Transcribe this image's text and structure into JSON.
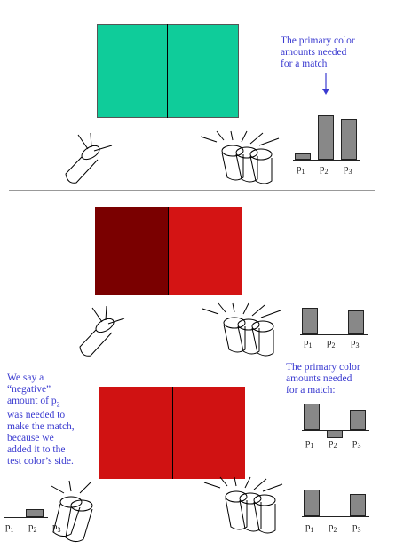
{
  "colors": {
    "teal": "#0fcc9a",
    "dark_red": "#7a0000",
    "red": "#d41414",
    "note_blue": "#3a3ad0",
    "bar_gray": "#888888"
  },
  "notes": {
    "top": [
      "The primary color",
      "amounts needed",
      "for a match"
    ],
    "right": [
      "The primary color",
      "amounts needed",
      "for a match:"
    ],
    "left": [
      "We say a",
      "“negative”",
      "amount of p",
      "was needed to",
      "make the match,",
      "because we",
      "added it to the",
      "test color’s side."
    ],
    "left_sub": "2"
  },
  "primary_labels": {
    "p1": "p",
    "p1_sub": "1",
    "p2": "p",
    "p2_sub": "2",
    "p3": "p",
    "p3_sub": "3"
  },
  "bar_charts": {
    "chart1": {
      "values": [
        0.15,
        1.0,
        0.92
      ]
    },
    "chart2": {
      "values": [
        1.0,
        0.0,
        0.9
      ]
    },
    "chart3": {
      "values": [
        1.0,
        -0.3,
        0.78
      ]
    },
    "chart4": {
      "values": [
        1.0,
        0.0,
        0.83
      ]
    },
    "chart5": {
      "values": [
        0.0,
        0.45,
        0.0
      ]
    }
  }
}
